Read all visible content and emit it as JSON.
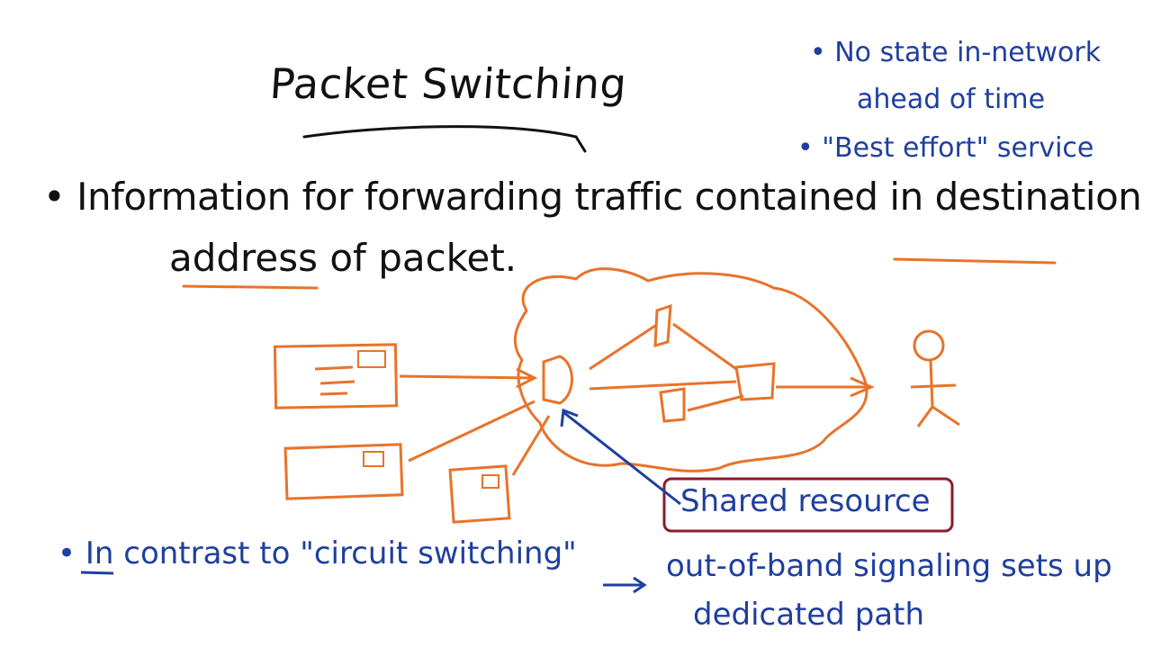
{
  "title": "Packet Switching",
  "notes": {
    "line1": "• No state in-network",
    "line2": "ahead of time",
    "line3": "• \"Best effort\" service"
  },
  "main": {
    "line1": "• Information for forwarding traffic contained in destination",
    "line2": "address of packet."
  },
  "diagram": {
    "callout": "Shared resource"
  },
  "footer": {
    "line1": "• In contrast to \"circuit switching\"",
    "line2": "out-of-band signaling sets up",
    "line3": "dedicated path"
  },
  "colors": {
    "black_ink": "#111111",
    "blue_ink": "#1f3f9f",
    "orange_ink": "#e8732a",
    "maroon_ink": "#8a1c2b"
  }
}
